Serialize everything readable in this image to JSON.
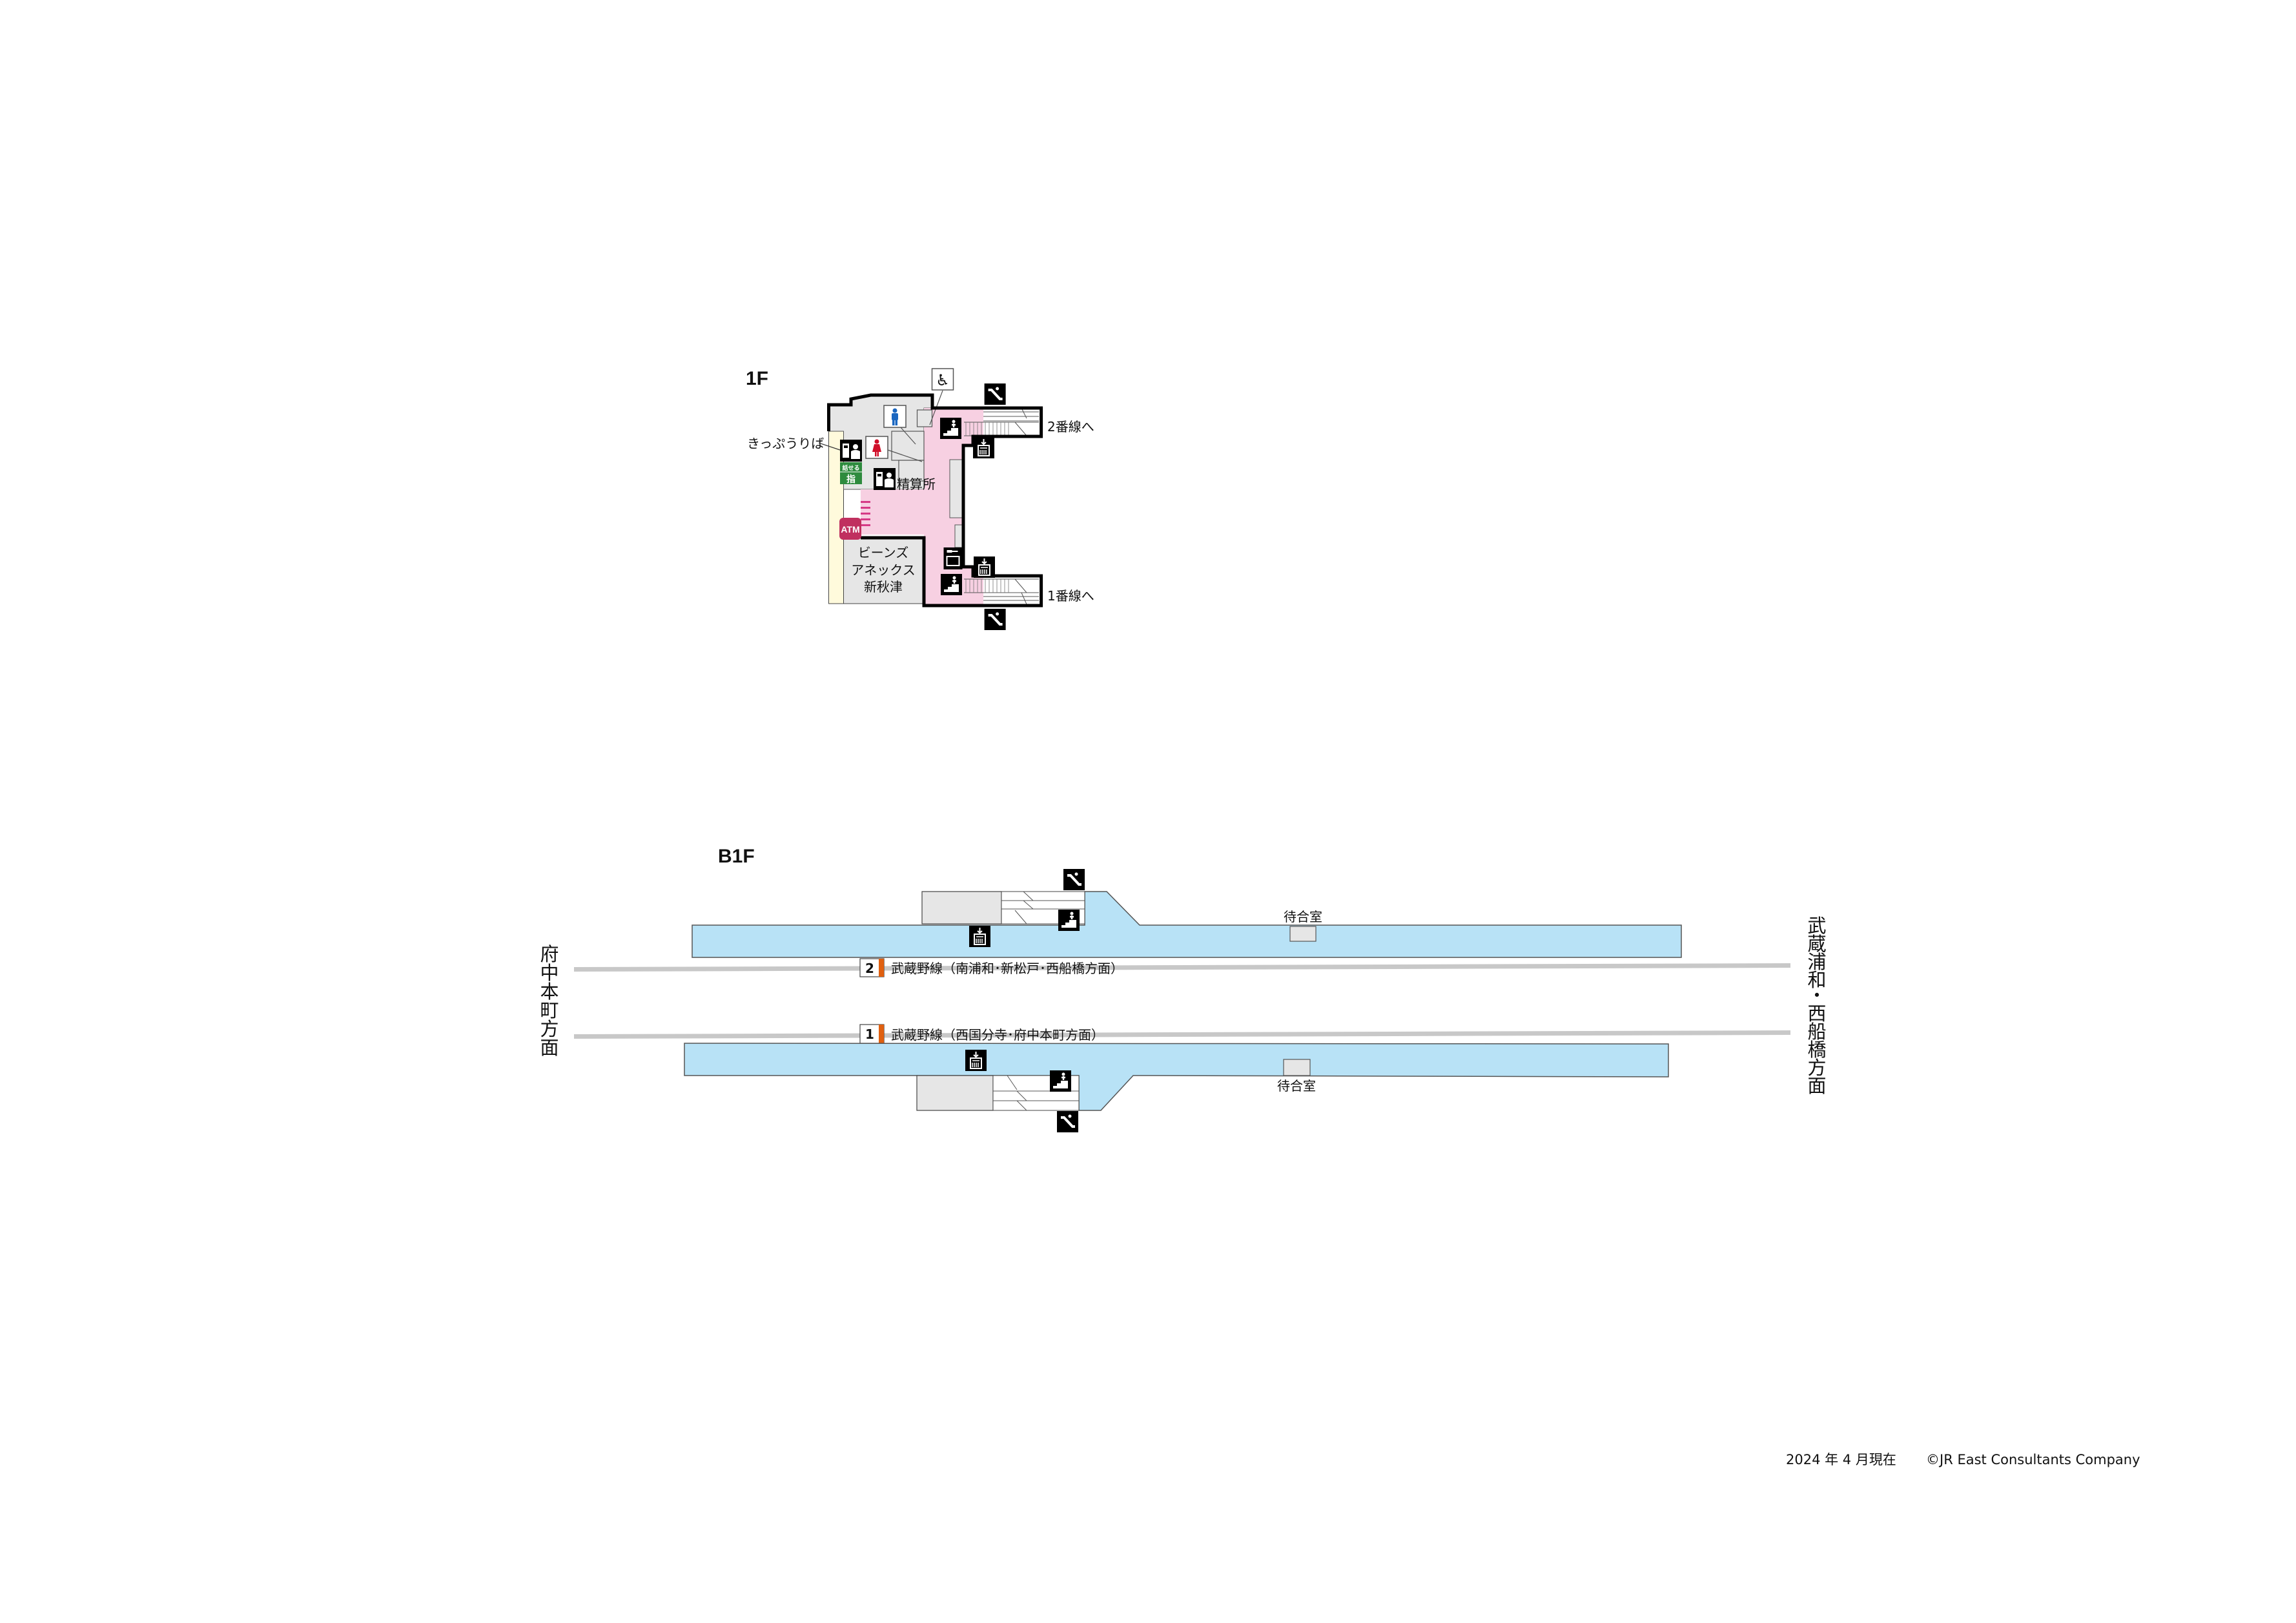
{
  "floor_1f": {
    "title": "1F",
    "ticket_office": "きっぷうりば",
    "talk_sign_top": "話せる",
    "talk_sign_bottom": "指",
    "fare_adjustment": "精算所",
    "atm": "ATM",
    "shop_line1": "ビーンズ",
    "shop_line2": "アネックス",
    "shop_line3": "新秋津",
    "to_track_2": "2番線へ",
    "to_track_1": "1番線へ"
  },
  "floor_b1f": {
    "title": "B1F",
    "track_2_number": "2",
    "track_2_label": "武蔵野線（南浦和･新松戸･西船橋方面）",
    "track_1_number": "1",
    "track_1_label": "武蔵野線（西国分寺･府中本町方面）",
    "waiting_room_upper": "待合室",
    "waiting_room_lower": "待合室",
    "direction_left": [
      "府",
      "中",
      "本",
      "町",
      "方",
      "面"
    ],
    "direction_right": [
      "武",
      "蔵",
      "浦",
      "和",
      "・",
      "西",
      "船",
      "橋",
      "方",
      "面"
    ]
  },
  "footer": {
    "date": "2024 年 4 月現在",
    "copyright": "©JR East Consultants Company"
  },
  "colors": {
    "concourse": "#f7d0e2",
    "platform": "#b8e2f6",
    "facility": "#e6e6e6",
    "walkway": "#fffadc",
    "track_line": "#c8c8c8",
    "track_marker": "#e06010",
    "atm": "#c0305f",
    "talk_sign": "#2e8b3e",
    "male": "#1a66c0",
    "female": "#d0102a"
  },
  "icons": [
    "escalator-icon",
    "stairs-icon",
    "elevator-icon",
    "male-restroom-icon",
    "female-restroom-icon",
    "wheelchair-icon",
    "ticket-machine-icon",
    "locker-icon"
  ]
}
